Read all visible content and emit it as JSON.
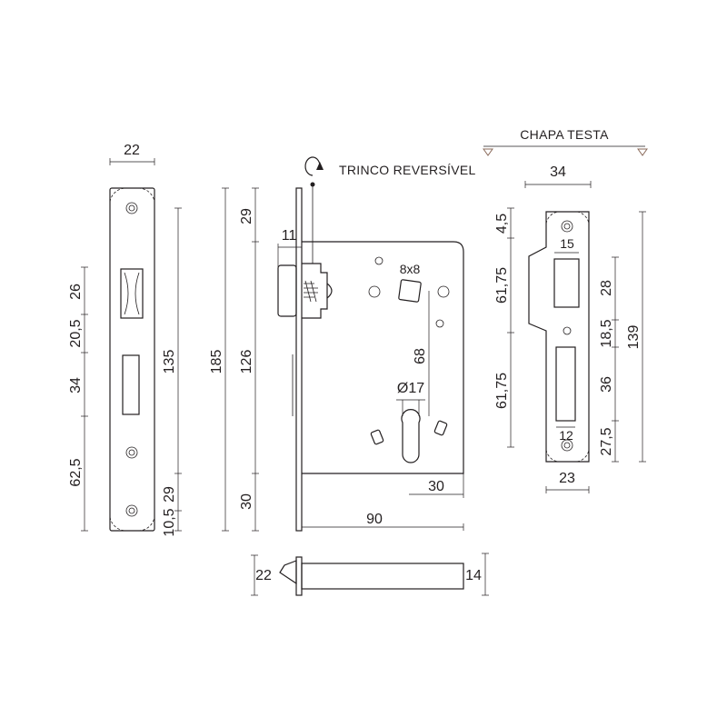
{
  "labels": {
    "trinco": "TRINCO REVERSÍVEL",
    "chapa": "CHAPA TESTA",
    "square": "8x8",
    "diameter": "Ø17"
  },
  "front_plate": {
    "width": "22",
    "d_26": "26",
    "d_20_5": "20,5",
    "d_34": "34",
    "d_62_5": "62,5",
    "d_135": "135",
    "d_29": "29",
    "d_10_5": "10,5"
  },
  "lock_body": {
    "d_185": "185",
    "d_29": "29",
    "d_126": "126",
    "d_30_left": "30",
    "d_11": "11",
    "d_68": "68",
    "d_30_bottom": "30",
    "d_90": "90"
  },
  "latch_view": {
    "d_22": "22",
    "d_14": "14"
  },
  "strike_plate": {
    "width_top": "34",
    "width_bottom": "23",
    "d_4_5": "4,5",
    "d_61_75_a": "61,75",
    "d_61_75_b": "61,75",
    "d_15": "15",
    "d_12": "12",
    "d_28": "28",
    "d_18_5": "18,5",
    "d_36": "36",
    "d_27_5": "27,5",
    "d_139": "139"
  }
}
